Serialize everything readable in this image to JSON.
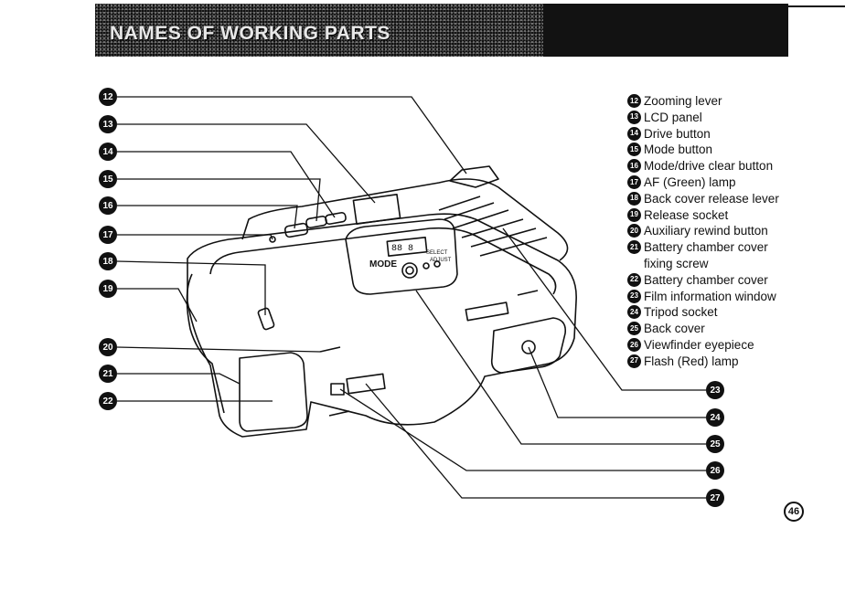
{
  "header": {
    "title": "NAMES OF WORKING PARTS"
  },
  "left_callouts": [
    "12",
    "13",
    "14",
    "15",
    "16",
    "17",
    "18",
    "19",
    "20",
    "21",
    "22"
  ],
  "right_callouts": [
    "23",
    "24",
    "25",
    "26",
    "27"
  ],
  "camera_markings": {
    "mode_label": "MODE",
    "select_label": "SELECT",
    "adjust_label": "ADJUST",
    "lcd_readout": "88 8"
  },
  "legend": [
    {
      "num": "12",
      "text": "Zooming lever"
    },
    {
      "num": "13",
      "text": "LCD panel"
    },
    {
      "num": "14",
      "text": "Drive button"
    },
    {
      "num": "15",
      "text": "Mode button"
    },
    {
      "num": "16",
      "text": "Mode/drive clear button"
    },
    {
      "num": "17",
      "text": "AF (Green) lamp"
    },
    {
      "num": "18",
      "text": "Back cover release lever"
    },
    {
      "num": "19",
      "text": "Release socket"
    },
    {
      "num": "20",
      "text": "Auxiliary rewind button"
    },
    {
      "num": "21",
      "text": "Battery chamber cover\nfixing screw"
    },
    {
      "num": "22",
      "text": "Battery chamber cover"
    },
    {
      "num": "23",
      "text": "Film information window"
    },
    {
      "num": "24",
      "text": "Tripod socket"
    },
    {
      "num": "25",
      "text": "Back cover"
    },
    {
      "num": "26",
      "text": "Viewfinder eyepiece"
    },
    {
      "num": "27",
      "text": "Flash (Red) lamp"
    }
  ],
  "page_number": "46"
}
